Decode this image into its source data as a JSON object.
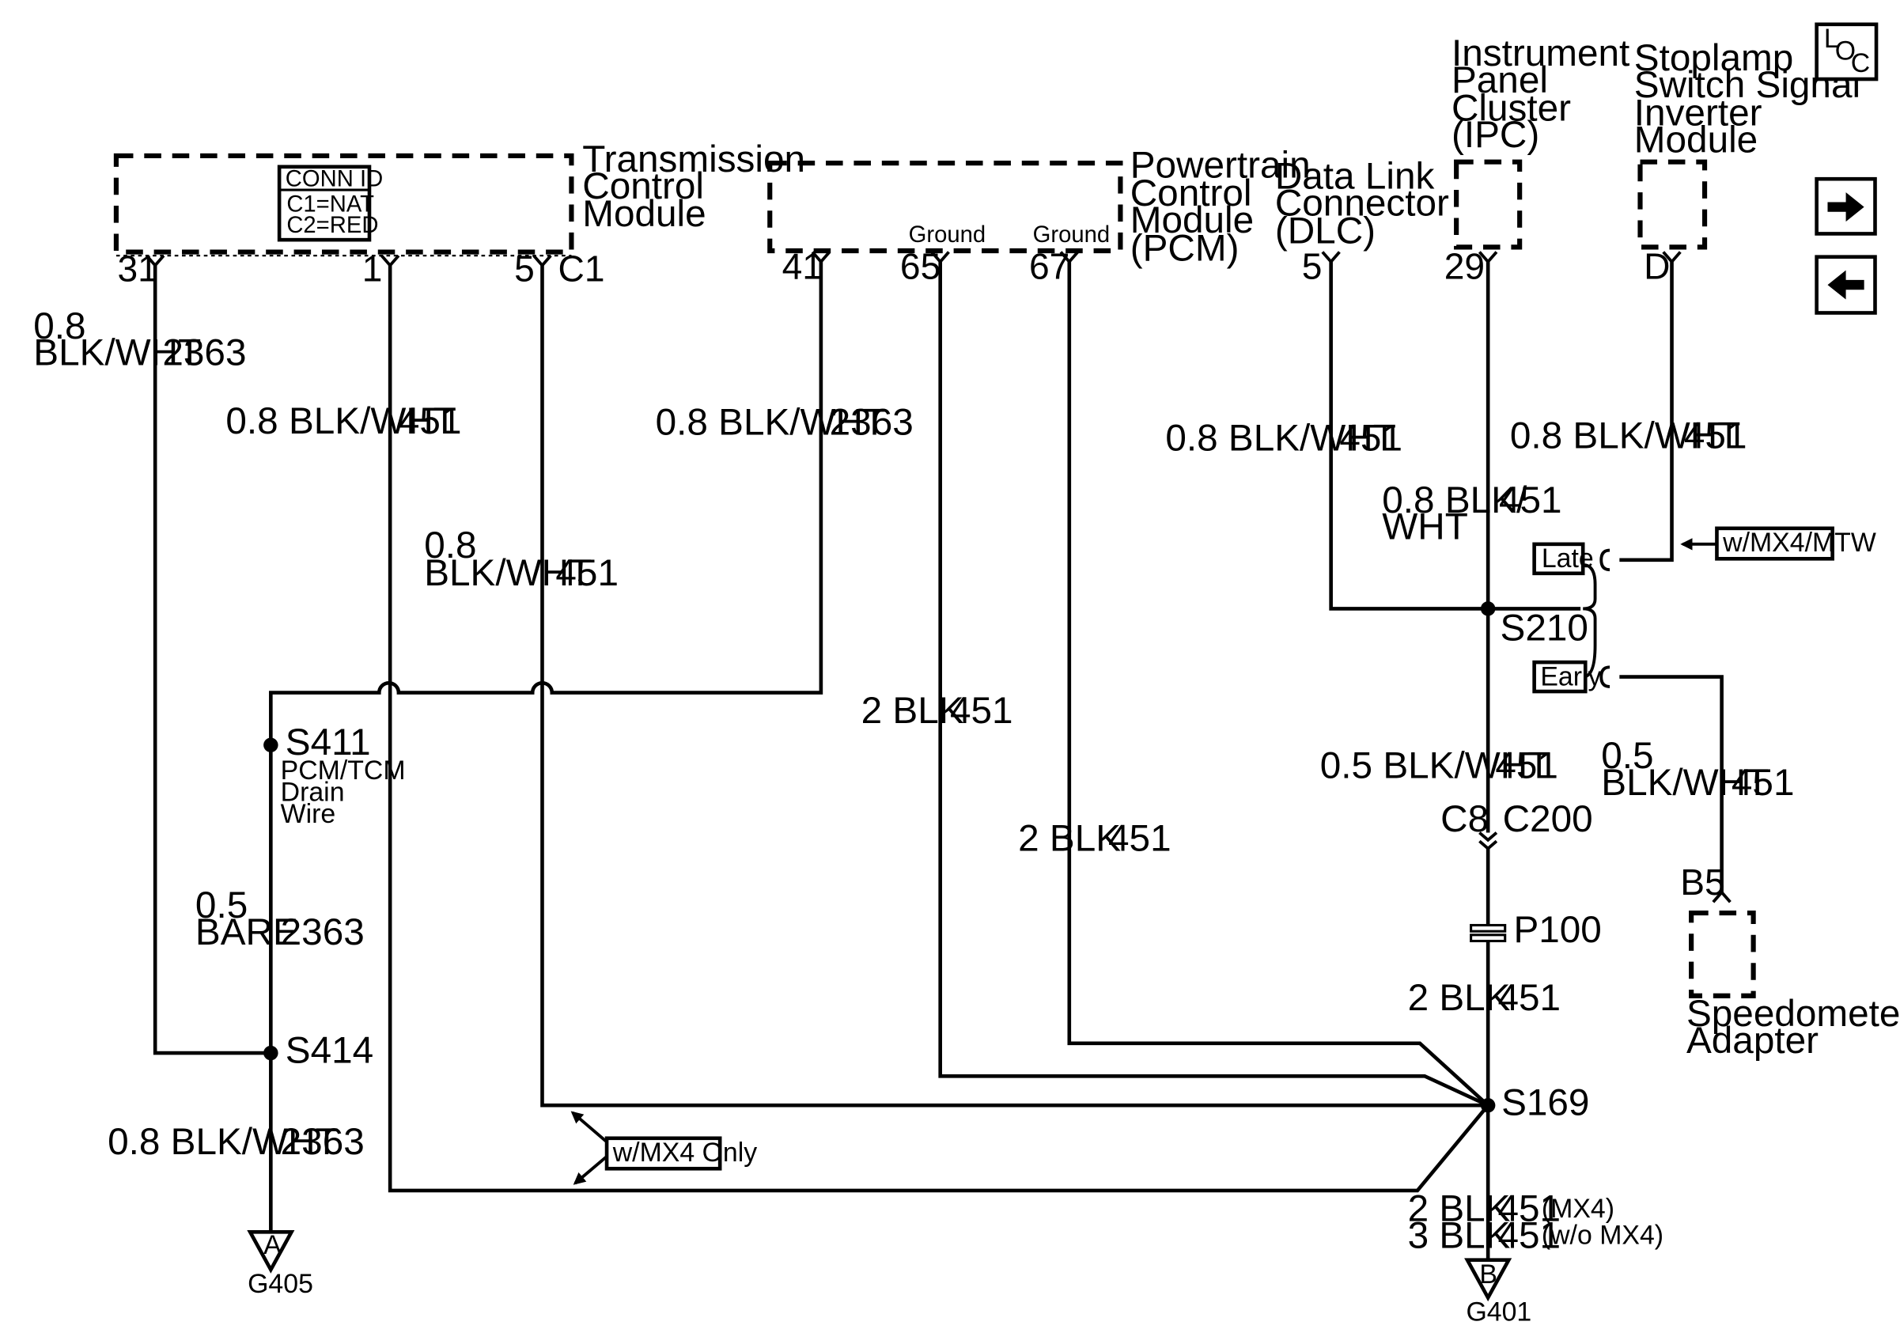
{
  "components": {
    "tcm": {
      "lines": [
        "Transmission",
        "Control",
        "Module"
      ]
    },
    "conn_id": [
      "CONN ID",
      "C1=NAT",
      "C2=RED"
    ],
    "pcm": {
      "lines": [
        "Powertrain",
        "Control",
        "Module",
        "(PCM)"
      ]
    },
    "pcm_ground_65": "Ground",
    "pcm_ground_67": "Ground",
    "dlc": {
      "lines": [
        "Data Link",
        "Connector",
        "(DLC)"
      ]
    },
    "ipc": {
      "lines": [
        "Instrument",
        "Panel",
        "Cluster",
        "(IPC)"
      ]
    },
    "inverter": {
      "lines": [
        "Stoplamp",
        "Switch Signal",
        "Inverter",
        "Module"
      ]
    },
    "speedo": {
      "lines": [
        "Speedometer",
        "Adapter"
      ]
    }
  },
  "pins": {
    "tcm_31": "31",
    "tcm_1": "1",
    "tcm_5": "5",
    "tcm_c1": "C1",
    "pcm_41": "41",
    "pcm_65": "65",
    "pcm_67": "67",
    "dlc_5": "5",
    "ipc_29": "29",
    "inv_d": "D",
    "speedo_b5": "B5"
  },
  "wires": {
    "w31": {
      "size": "0.8",
      "color": "BLK/WHT",
      "circuit": "2363"
    },
    "w1": {
      "label": "0.8 BLK/WHT",
      "circuit": "451"
    },
    "w5": {
      "size": "0.8",
      "color": "BLK/WHT",
      "circuit": "451"
    },
    "w41": {
      "label": "0.8 BLK/WHT",
      "circuit": "2363"
    },
    "w65": {
      "label": "2 BLK",
      "circuit": "451"
    },
    "w67": {
      "label": "2 BLK",
      "circuit": "451"
    },
    "wdlc": {
      "label": "0.8 BLK/WHT",
      "circuit": "451"
    },
    "wipc": {
      "line1": "0.8 BLK/",
      "line2": "WHT",
      "circuit": "451"
    },
    "winv": {
      "label": "0.8 BLK/WHT",
      "circuit": "451"
    },
    "ws210": {
      "label": "0.5 BLK/WHT",
      "circuit": "451"
    },
    "wspd": {
      "size": "0.5",
      "color": "BLK/WHT",
      "circuit": "451"
    },
    "wbare": {
      "size": "0.5",
      "color": "BARE",
      "circuit": "2363"
    },
    "wg405": {
      "label": "0.8 BLK/WHT",
      "circuit": "2363"
    },
    "wp100": {
      "label": "2 BLK",
      "circuit": "451"
    },
    "wg401a": {
      "label": "2 BLK",
      "circuit": "451",
      "note": "(MX4)"
    },
    "wg401b": {
      "label": "3 BLK",
      "circuit": "451",
      "note": "(w/o MX4)"
    }
  },
  "splices": {
    "s411": "S411",
    "s411_note": [
      "PCM/TCM",
      "Drain",
      "Wire"
    ],
    "s414": "S414",
    "s210": "S210",
    "s169": "S169"
  },
  "connectors": {
    "c8": "C8",
    "c200": "C200",
    "p100": "P100"
  },
  "grounds": {
    "g405": {
      "letter": "A",
      "name": "G405"
    },
    "g401": {
      "letter": "B",
      "name": "G401"
    }
  },
  "options": {
    "late": "Late",
    "early": "Early",
    "mx4_mtw": "w/MX4/MTW",
    "mx4_only": "w/MX4 Only"
  },
  "nav": {
    "loc": {
      "l": "L",
      "o": "O",
      "c": "C"
    },
    "forward_icon": "arrow-right-icon",
    "back_icon": "arrow-left-icon"
  }
}
